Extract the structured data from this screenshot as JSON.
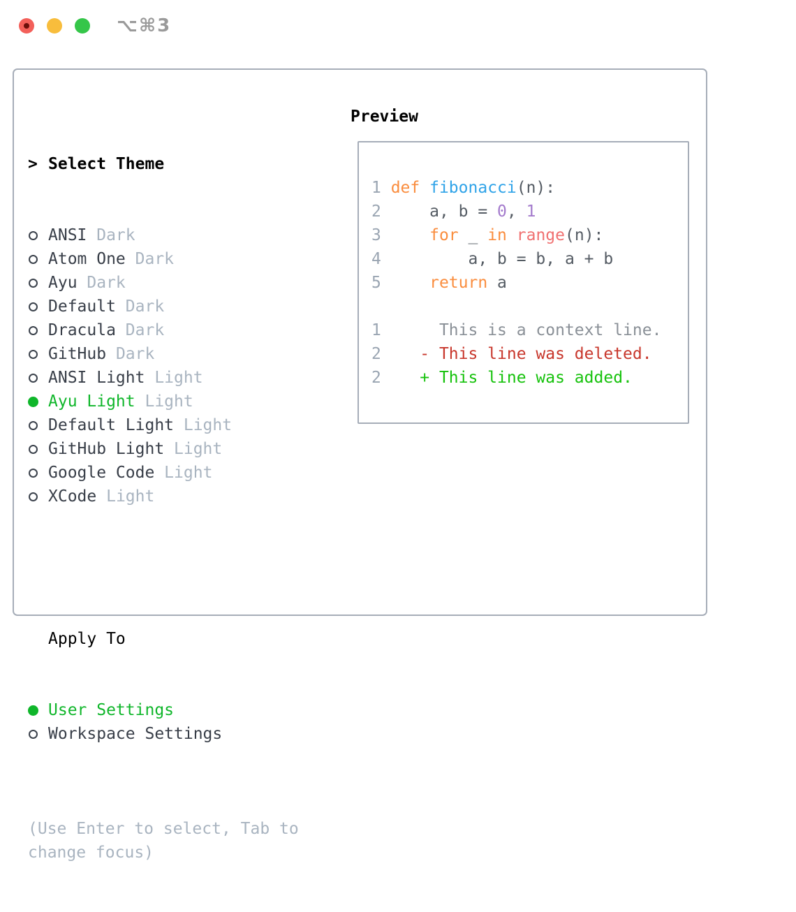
{
  "titlebar": {
    "shortcut": "⌥⌘3",
    "traffic_lights": {
      "close": "#f3605a",
      "minimize": "#f8bd3c",
      "zoom": "#35c649"
    }
  },
  "theme_list": {
    "header_prefix": ">",
    "header": "Select Theme",
    "items": [
      {
        "label": "ANSI",
        "tag": "Dark",
        "selected": false
      },
      {
        "label": "Atom One",
        "tag": "Dark",
        "selected": false
      },
      {
        "label": "Ayu",
        "tag": "Dark",
        "selected": false
      },
      {
        "label": "Default",
        "tag": "Dark",
        "selected": false
      },
      {
        "label": "Dracula",
        "tag": "Dark",
        "selected": false
      },
      {
        "label": "GitHub",
        "tag": "Dark",
        "selected": false
      },
      {
        "label": "ANSI Light",
        "tag": "Light",
        "selected": false
      },
      {
        "label": "Ayu Light",
        "tag": "Light",
        "selected": true
      },
      {
        "label": "Default Light",
        "tag": "Light",
        "selected": false
      },
      {
        "label": "GitHub Light",
        "tag": "Light",
        "selected": false
      },
      {
        "label": "Google Code",
        "tag": "Light",
        "selected": false
      },
      {
        "label": "XCode",
        "tag": "Light",
        "selected": false
      }
    ]
  },
  "apply_to": {
    "header": "Apply To",
    "options": [
      {
        "label": "User Settings",
        "selected": true
      },
      {
        "label": "Workspace Settings",
        "selected": false
      }
    ]
  },
  "hint": {
    "line1": "(Use Enter to select, Tab to",
    "line2": "change focus)"
  },
  "preview": {
    "title": "Preview",
    "lines": [
      {
        "num": "1",
        "tokens": [
          {
            "text": "def",
            "style": "kw"
          },
          {
            "text": " ",
            "style": "pl"
          },
          {
            "text": "fibonacci",
            "style": "fn"
          },
          {
            "text": "(n):",
            "style": "pl"
          }
        ]
      },
      {
        "num": "2",
        "tokens": [
          {
            "text": "    a, b = ",
            "style": "pl"
          },
          {
            "text": "0",
            "style": "num"
          },
          {
            "text": ", ",
            "style": "pl"
          },
          {
            "text": "1",
            "style": "num"
          }
        ]
      },
      {
        "num": "3",
        "tokens": [
          {
            "text": "    ",
            "style": "pl"
          },
          {
            "text": "for",
            "style": "kw"
          },
          {
            "text": " _ ",
            "style": "pl"
          },
          {
            "text": "in",
            "style": "kw"
          },
          {
            "text": " ",
            "style": "pl"
          },
          {
            "text": "range",
            "style": "bi"
          },
          {
            "text": "(n):",
            "style": "pl"
          }
        ]
      },
      {
        "num": "4",
        "tokens": [
          {
            "text": "        a, b = b, a + b",
            "style": "pl"
          }
        ]
      },
      {
        "num": "5",
        "tokens": [
          {
            "text": "    ",
            "style": "pl"
          },
          {
            "text": "return",
            "style": "kw"
          },
          {
            "text": " a",
            "style": "pl"
          }
        ]
      },
      {
        "num": "",
        "tokens": []
      },
      {
        "num": "1",
        "tokens": [
          {
            "text": "     This is a context line.",
            "style": "ctx"
          }
        ]
      },
      {
        "num": "2",
        "tokens": [
          {
            "text": "   - This line was deleted.",
            "style": "del"
          }
        ]
      },
      {
        "num": "2",
        "tokens": [
          {
            "text": "   + This line was added.",
            "style": "add"
          }
        ]
      }
    ]
  },
  "colors": {
    "panel_border": "#a6adb8",
    "item_text": "#383e48",
    "item_tag": "#a9b4c0",
    "selected_green": "#0fb62a",
    "line_number": "#9aa5b2",
    "keyword_orange": "#fa8d3e",
    "function_blue": "#2fa3e8",
    "number_purple": "#a37acc",
    "builtin_coral": "#f07171",
    "code_plain": "#545b63",
    "diff_context": "#8a9097",
    "diff_deleted": "#c8372c",
    "diff_added": "#16c20c",
    "hint_gray": "#a9b4c0"
  }
}
